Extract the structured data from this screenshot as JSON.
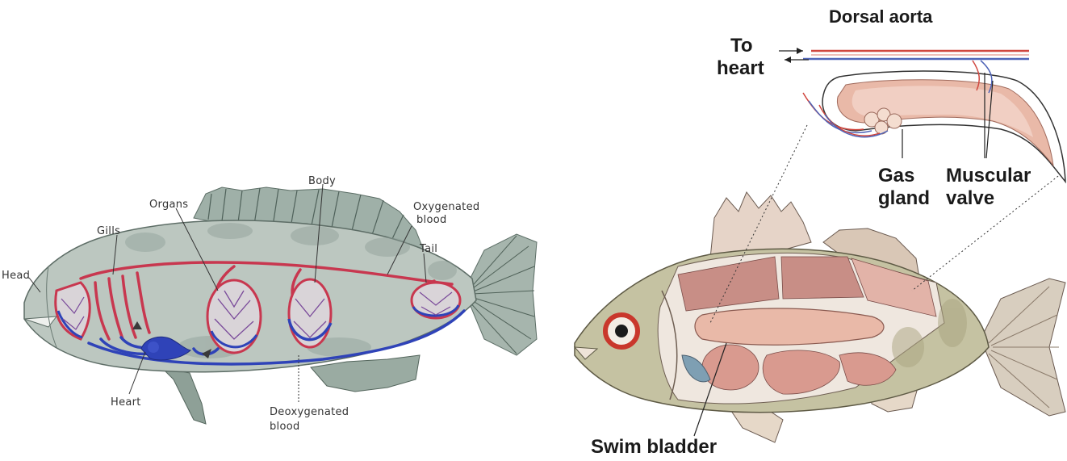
{
  "left_diagram": {
    "labels": {
      "head": "Head",
      "gills": "Gills",
      "organs": "Organs",
      "body": "Body",
      "oxygenated_line1": "Oxygenated",
      "oxygenated_line2": "blood",
      "tail": "Tail",
      "heart": "Heart",
      "deoxygenated_line1": "Deoxygenated",
      "deoxygenated_line2": "blood"
    },
    "colors": {
      "oxygenated": "#c8374f",
      "deoxygenated": "#2f43b8",
      "fish_body": "#b9c4bd"
    }
  },
  "right_diagram": {
    "labels": {
      "dorsal_aorta": "Dorsal aorta",
      "to_line1": "To",
      "to_line2": "heart",
      "gas_line1": "Gas",
      "gas_line2": "gland",
      "muscular_line1": "Muscular",
      "muscular_line2": "valve",
      "swim_bladder": "Swim bladder"
    },
    "colors": {
      "bladder": "#e9b9a8",
      "muscle": "#c88e86",
      "skin": "#c5c2a2"
    }
  }
}
